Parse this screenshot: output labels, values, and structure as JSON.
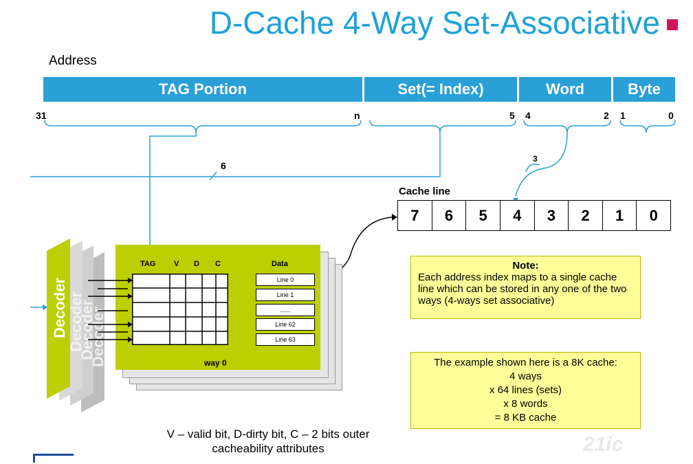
{
  "title": "D-Cache 4-Way Set-Associative",
  "address": {
    "label": "Address",
    "segments": [
      "TAG Portion",
      "Set(= Index)",
      "Word",
      "Byte"
    ],
    "bit_labels": [
      "31",
      "n",
      "5",
      "4",
      "2",
      "1",
      "0"
    ]
  },
  "bus_widths": {
    "set": "6",
    "word": "3"
  },
  "cache_line": {
    "label": "Cache line",
    "cells": [
      "7",
      "6",
      "5",
      "4",
      "3",
      "2",
      "1",
      "0"
    ]
  },
  "way": {
    "headers": {
      "tag": "TAG",
      "v": "V",
      "d": "D",
      "c": "C",
      "data": "Data"
    },
    "data_lines": [
      "Line 0",
      "Line 1",
      "......",
      "Line 62",
      "Line 63"
    ],
    "label": "way 0"
  },
  "decoder": {
    "label": "Decoder"
  },
  "note1": {
    "title": "Note:",
    "body": "Each address index maps to a single cache line which can be stored in any one of the two  ways (4-ways set associative)"
  },
  "note2": {
    "lines": [
      "The example shown here is a 8K cache:",
      "4 ways",
      "x 64 lines (sets)",
      "x 8 words",
      "= 8 KB cache"
    ]
  },
  "footer": {
    "line1": "V – valid bit, D-dirty bit, C – 2 bits outer",
    "line2": "cacheability attributes"
  },
  "watermark": "21ic",
  "colors": {
    "title": "#1fa1d8",
    "address_bar": "#29a0d8",
    "way": "#bccf00",
    "note": "#ffff99"
  }
}
